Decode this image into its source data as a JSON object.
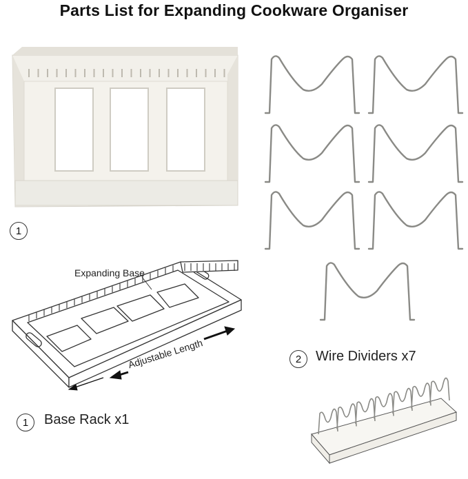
{
  "title": "Parts List for Expanding Cookware Organiser",
  "marker1": "1",
  "marker2": "2",
  "labels": {
    "expanding_base": "Expanding Base",
    "adjustable_length": "Adjustable Length",
    "base_rack": "Base Rack x1",
    "wire_dividers": "Wire Dividers x7"
  },
  "colors": {
    "plastic": "#eeece6",
    "plastic_shade": "#d9d6cd",
    "wire": "#8a8a86",
    "line": "#333333"
  }
}
